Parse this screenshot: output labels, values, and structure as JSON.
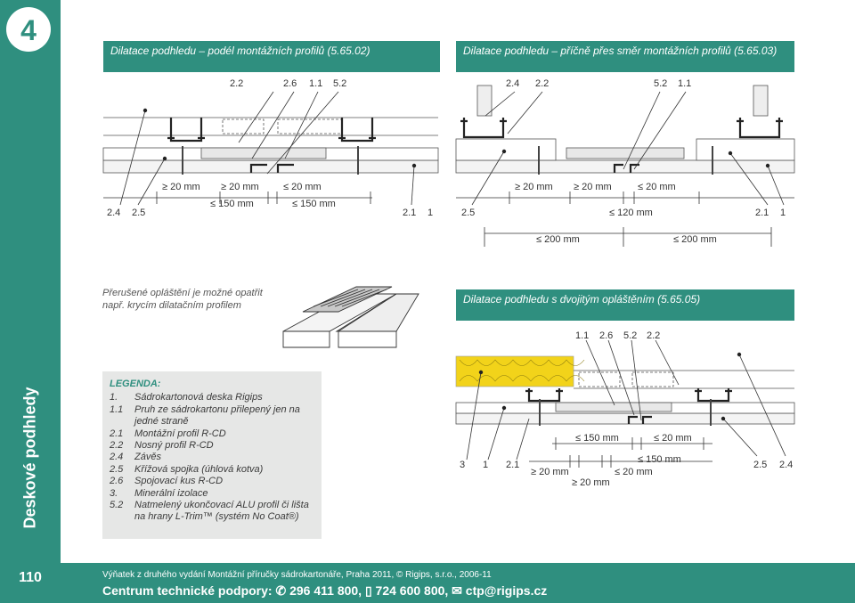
{
  "sidebar": {
    "chapter_number": "4",
    "title": "Deskové podhledy",
    "page_number": "110"
  },
  "sections": {
    "top_left_title": "Dilatace podhledu – podél montážních profilů (5.65.02)",
    "top_right_title": "Dilatace podhledu – příčně přes směr montážních profilů (5.65.03)",
    "middle_right_title": "Dilatace podhledu s dvojitým opláštěním (5.65.05)",
    "note": "Přerušené opláštění je možné opatřit např. krycím dilatačním profilem"
  },
  "diagram_left": {
    "top_labels": [
      "2.2",
      "2.6",
      "1.1",
      "5.2"
    ],
    "bottom_labels": [
      "2.4",
      "2.5",
      "2.1",
      "1"
    ],
    "dims": [
      "≥ 20 mm",
      "≥ 20 mm",
      "≤ 20 mm",
      "≤ 150 mm",
      "≤ 150 mm"
    ]
  },
  "diagram_right": {
    "top_labels": [
      "2.4",
      "2.2",
      "5.2",
      "1.1"
    ],
    "bottom_labels": [
      "2.5",
      "2.1",
      "1"
    ],
    "dims": [
      "≥ 20 mm",
      "≥ 20 mm",
      "≤ 20 mm",
      "≤ 120 mm",
      "≤ 200 mm",
      "≤ 200 mm"
    ]
  },
  "diagram_double": {
    "top_labels": [
      "1.1",
      "2.6",
      "5.2",
      "2.2"
    ],
    "bottom_labels": [
      "3",
      "1",
      "2.1",
      "2.5",
      "2.4"
    ],
    "dims": [
      "≤ 150 mm",
      "≤ 20 mm",
      "≤ 150 mm",
      "≥ 20 mm",
      "≤ 20 mm",
      "≥ 20 mm"
    ]
  },
  "legend": {
    "title": "LEGENDA:",
    "items": [
      {
        "num": "1.",
        "text": "Sádrokartonová deska Rigips"
      },
      {
        "num": "1.1",
        "text": "Pruh ze sádrokartonu přilepený jen na jedné straně"
      },
      {
        "num": "2.1",
        "text": "Montážní profil R-CD"
      },
      {
        "num": "2.2",
        "text": "Nosný profil R-CD"
      },
      {
        "num": "2.4",
        "text": "Závěs"
      },
      {
        "num": "2.5",
        "text": "Křížová spojka (úhlová kotva)"
      },
      {
        "num": "2.6",
        "text": "Spojovací kus R-CD"
      },
      {
        "num": "3.",
        "text": "Minerální izolace"
      },
      {
        "num": "5.2",
        "text": "Natmelený ukončovací ALU profil či lišta na hrany L-Trim™ (systém No Coat®)"
      }
    ]
  },
  "footer": {
    "source": "Výňatek z druhého vydání Montážní příručky sádrokartonáře, Praha 2011, © Rigips, s.r.o., 2006-11",
    "support": "Centrum technické podpory: ✆ 296 411 800, ▯ 724 600 800, ✉ ctp@rigips.cz"
  },
  "colors": {
    "brand": "#2f8f7f",
    "legend_bg": "#e6e7e6",
    "insulation": "#f2d31a"
  }
}
